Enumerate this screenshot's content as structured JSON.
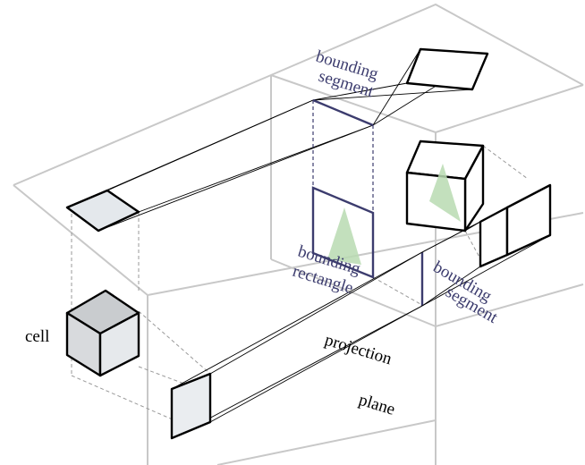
{
  "labels": {
    "bounding_segment_top": [
      "bounding",
      "segment"
    ],
    "bounding_rectangle": [
      "bounding",
      "rectangle"
    ],
    "bounding_segment_right": [
      "bounding",
      "segment"
    ],
    "cell": "cell",
    "projection_plane": [
      "projection",
      "plane"
    ]
  },
  "colors": {
    "frame": "#c8c8c8",
    "label_blue": "#3c3c6e",
    "triangle_fill": "#b9dbb2",
    "projection_fill": "#e4e8ec",
    "cell_front": "#e6e9ec",
    "cell_top": "#c9cccf",
    "cell_left": "#d8dadd"
  }
}
